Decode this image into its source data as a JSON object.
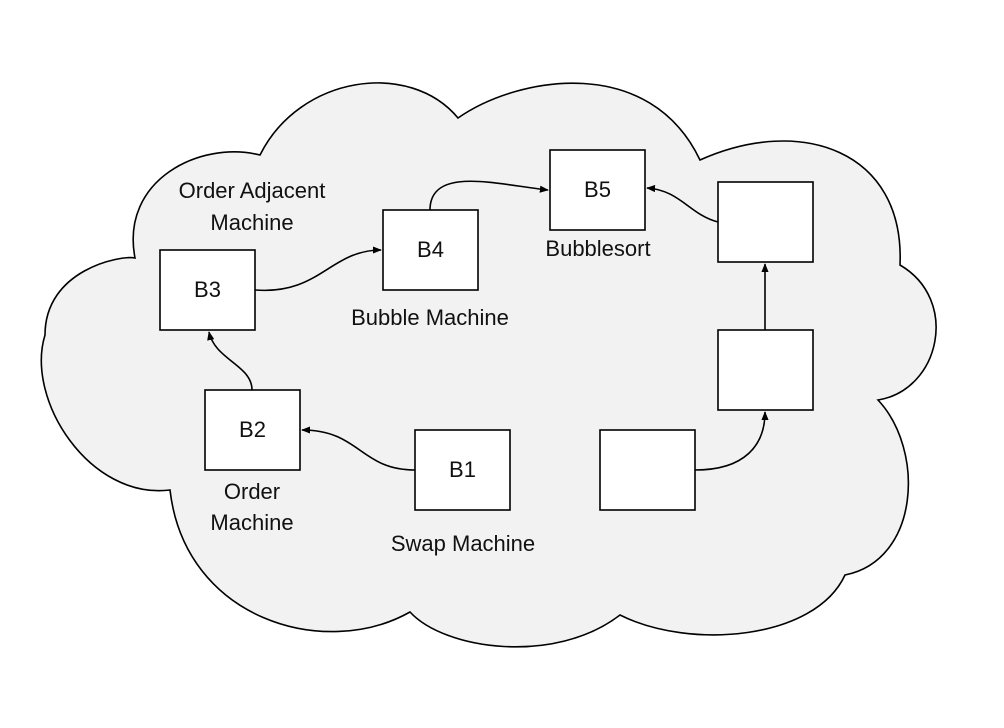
{
  "colors": {
    "cloud_fill": "#f2f2f2",
    "stroke": "#000000",
    "box_fill": "#ffffff",
    "text": "#111111"
  },
  "boxes": {
    "b1": "B1",
    "b2": "B2",
    "b3": "B3",
    "b4": "B4",
    "b5": "B5",
    "r1": "",
    "r2": "",
    "r3": ""
  },
  "captions": {
    "swap": "Swap Machine",
    "order_line1": "Order",
    "order_line2": "Machine",
    "adjacent_line1": "Order Adjacent",
    "adjacent_line2": "Machine",
    "bubble": "Bubble Machine",
    "bubblesort": "Bubblesort"
  },
  "edges": [
    {
      "from": "B1",
      "to": "B2"
    },
    {
      "from": "B2",
      "to": "B3"
    },
    {
      "from": "B3",
      "to": "B4"
    },
    {
      "from": "B4",
      "to": "B5"
    },
    {
      "from": "right-box-bottom",
      "to": "right-box-middle"
    },
    {
      "from": "right-box-middle",
      "to": "right-box-top"
    },
    {
      "from": "right-box-top",
      "to": "B5"
    }
  ]
}
